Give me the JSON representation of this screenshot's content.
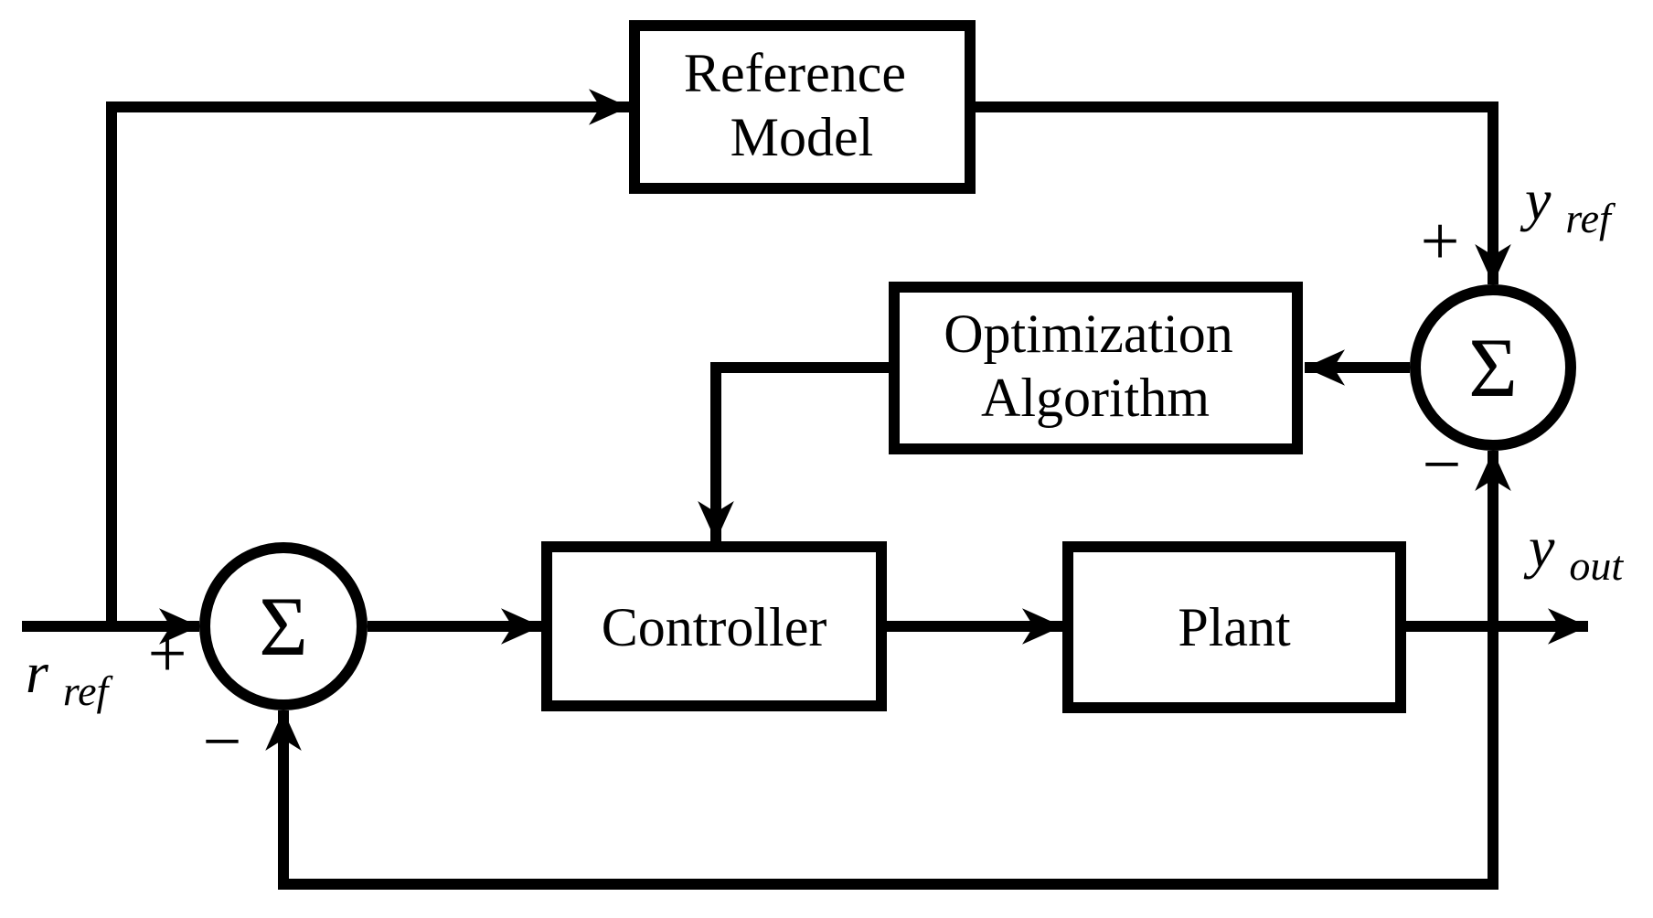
{
  "colors": {
    "ink": "#000000",
    "background": "#ffffff"
  },
  "blocks": {
    "reference_model": {
      "line1": "Reference",
      "line2": "Model"
    },
    "optimization_algorithm": {
      "line1": "Optimization",
      "line2": "Algorithm"
    },
    "controller": {
      "label": "Controller"
    },
    "plant": {
      "label": "Plant"
    }
  },
  "junctions": {
    "input_summer": {
      "symbol": "Σ",
      "plus_sign": "+",
      "minus_sign": "−"
    },
    "error_summer": {
      "symbol": "Σ",
      "plus_sign": "+",
      "minus_sign": "−"
    }
  },
  "signals": {
    "r_ref": {
      "base": "r",
      "subscript": "ref"
    },
    "y_ref": {
      "base": "y",
      "subscript": "ref"
    },
    "y_out": {
      "base": "y",
      "subscript": "out"
    }
  }
}
